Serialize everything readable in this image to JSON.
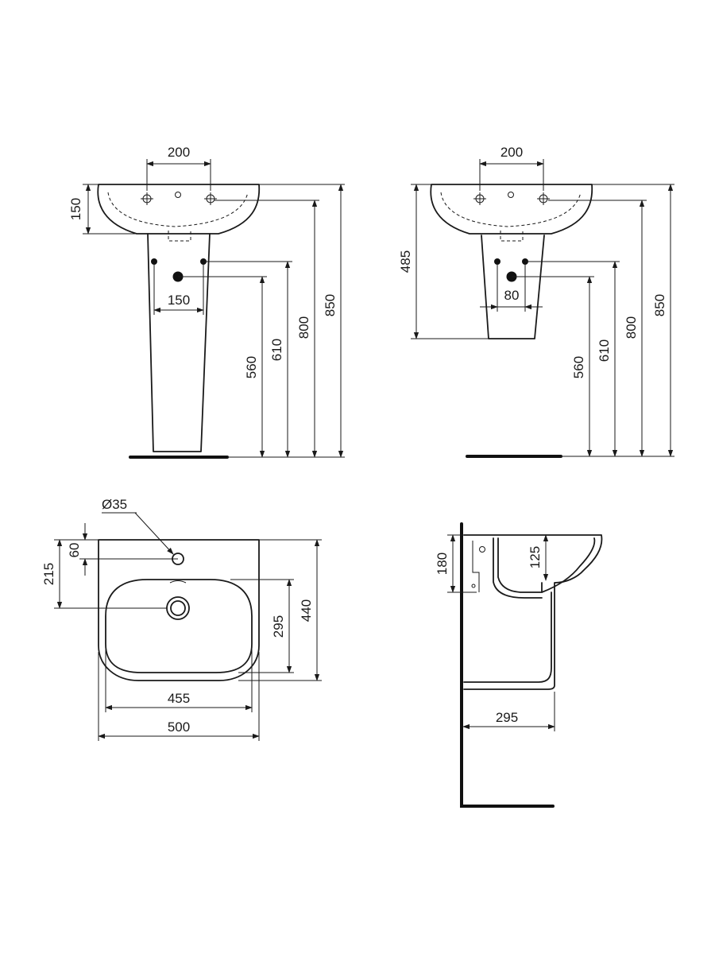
{
  "front_pedestal": {
    "tap_spacing": "200",
    "bowl_depth": "150",
    "waste_spacing": "150",
    "h_560": "560",
    "h_610": "610",
    "h_800": "800",
    "h_850": "850"
  },
  "front_semi_pedestal": {
    "tap_spacing": "200",
    "height_485": "485",
    "waste_spacing": "80",
    "h_560": "560",
    "h_610": "610",
    "h_800": "800",
    "h_850": "850"
  },
  "top_view": {
    "tap_hole": "Ø35",
    "d_60": "60",
    "d_215": "215",
    "d_295": "295",
    "d_440": "440",
    "w_455": "455",
    "w_500": "500"
  },
  "side_view": {
    "d_180": "180",
    "d_125": "125",
    "d_295": "295"
  }
}
